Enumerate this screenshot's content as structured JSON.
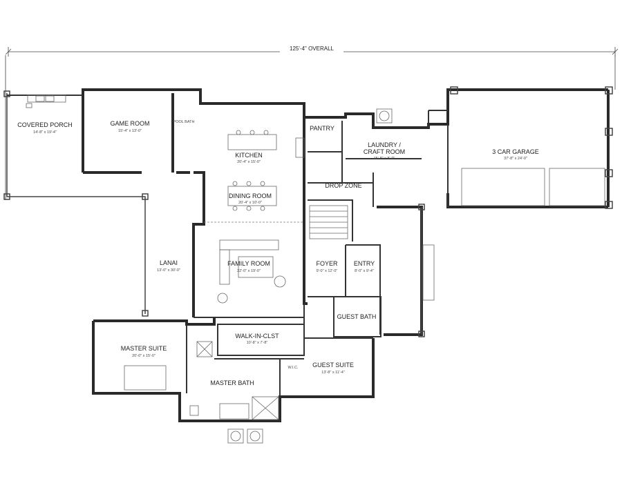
{
  "overall_dimension": "125'-4\" OVERALL",
  "rooms": {
    "covered_porch": {
      "name": "COVERED PORCH",
      "dims": "14'-8\" x 19'-4\""
    },
    "game_room": {
      "name": "GAME ROOM",
      "dims": "15'-4\" x 13'-0\""
    },
    "pool_bath": {
      "name": "POOL BATH",
      "dims": ""
    },
    "kitchen": {
      "name": "KITCHEN",
      "dims": "20'-4\" x 15'-0\""
    },
    "pantry": {
      "name": "PANTRY",
      "dims": ""
    },
    "laundry": {
      "name": "LAUNDRY /",
      "name2": "CRAFT ROOM",
      "dims": "15'-8\" x 8'-0\""
    },
    "drop_zone": {
      "name": "DROP ZONE",
      "dims": ""
    },
    "garage": {
      "name": "3 CAR GARAGE",
      "dims": "37'-8\" x 24'-0\""
    },
    "dining": {
      "name": "DINING ROOM",
      "dims": "20'-4\" x 10'-0\""
    },
    "lanai": {
      "name": "LANAI",
      "dims": "13'-0\" x 30'-0\""
    },
    "family": {
      "name": "FAMILY ROOM",
      "dims": "22'-0\" x 19'-0\""
    },
    "foyer": {
      "name": "FOYER",
      "dims": "9'-0\" x 12'-0\""
    },
    "entry": {
      "name": "ENTRY",
      "dims": "8'-0\" x 9'-4\""
    },
    "guest_bath": {
      "name": "GUEST BATH",
      "dims": ""
    },
    "master_suite": {
      "name": "MASTER SUITE",
      "dims": "20'-0\" x 15'-0\""
    },
    "walk_in_closet": {
      "name": "WALK-IN-CLST",
      "dims": "10'-8\" x 7'-8\""
    },
    "master_bath": {
      "name": "MASTER BATH",
      "dims": ""
    },
    "wic": {
      "name": "W.I.C.",
      "dims": ""
    },
    "guest_suite": {
      "name": "GUEST SUITE",
      "dims": "13'-8\" x 11'-4\""
    }
  }
}
